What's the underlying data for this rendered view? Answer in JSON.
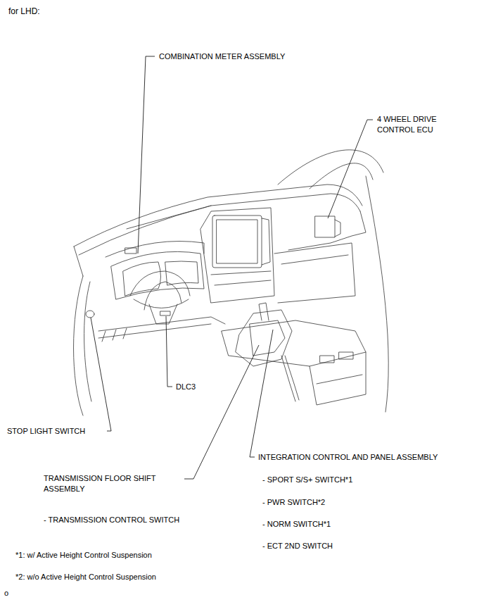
{
  "diagram": {
    "title": "for LHD:",
    "labels": [
      "COMBINATION METER ASSEMBLY",
      "4 WHEEL DRIVE CONTROL ECU",
      "DLC3",
      "STOP LIGHT SWITCH",
      "INTEGRATION CONTROL AND PANEL ASSEMBLY",
      "- SPORT S/S+ SWITCH*1",
      "- PWR SWITCH*2",
      "- NORM SWITCH*1",
      "- ECT 2ND SWITCH",
      "TRANSMISSION FLOOR SHIFT ASSEMBLY",
      "- TRANSMISSION CONTROL SWITCH",
      "*1: w/ Active Height Control Suspension",
      "*2: w/o Active Height Control Suspension",
      "o"
    ]
  }
}
